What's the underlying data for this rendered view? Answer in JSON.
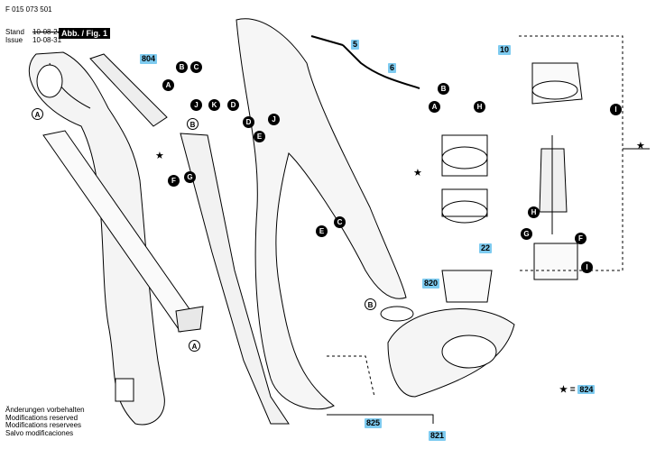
{
  "header": {
    "doc_number": "F 015 073 501",
    "stand_label": "Stand",
    "stand_value": "10-08-24",
    "issue_label": "Issue",
    "issue_value": "10-08-31",
    "figure_label": "Abb. / Fig. 1"
  },
  "part_numbers": {
    "p5": "5",
    "p6": "6",
    "p10": "10",
    "p22": "22",
    "p804": "804",
    "p820": "820",
    "p821": "821",
    "p825": "825",
    "p824": "824"
  },
  "callouts": {
    "A": "A",
    "B": "B",
    "C": "C",
    "D": "D",
    "E": "E",
    "F": "F",
    "G": "G",
    "H": "H",
    "I": "I",
    "J": "J",
    "K": "K"
  },
  "legend": {
    "star": "★",
    "equals": "="
  },
  "modifications": {
    "de": "Änderungen vorbehalten",
    "en": "Modifications reserved",
    "fr": "Modifications reservees",
    "es": "Salvo modificaciones"
  },
  "colors": {
    "highlight": "#7ecbf0",
    "ink": "#000000",
    "paper": "#ffffff"
  }
}
